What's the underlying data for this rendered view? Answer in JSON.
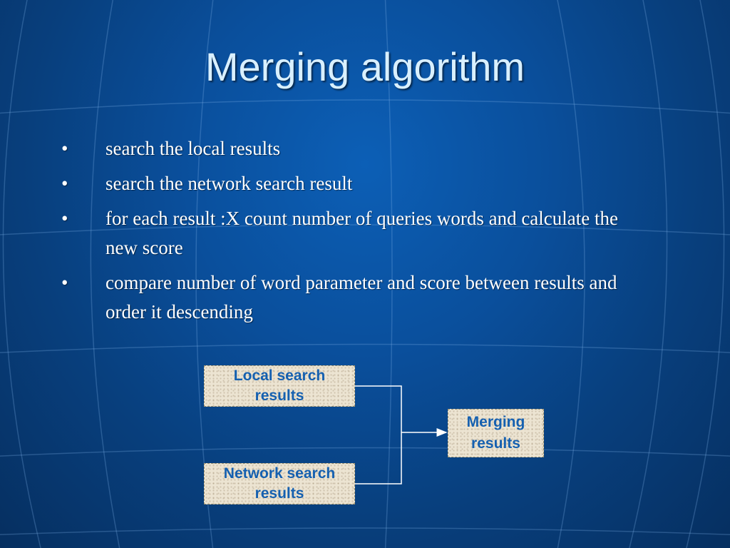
{
  "slide": {
    "title": "Merging algorithm",
    "bullet_glyph": "•",
    "bullets": [
      "search the local results",
      "search the network search result",
      "for each result :X count  number of queries words  and calculate the new score",
      "compare number of word parameter and score between results and order it descending"
    ]
  },
  "diagram": {
    "local_box": {
      "line1": "Local search",
      "line2": "results"
    },
    "network_box": {
      "line1": "Network search",
      "line2": "results"
    },
    "merging_box": {
      "line1": "Merging",
      "line2": "results"
    }
  },
  "colors": {
    "background": "#0a4f9c",
    "title": "#d9f0ff",
    "box_fill": "#ece4d2",
    "box_text": "#1560b0",
    "connector": "#ffffff"
  }
}
